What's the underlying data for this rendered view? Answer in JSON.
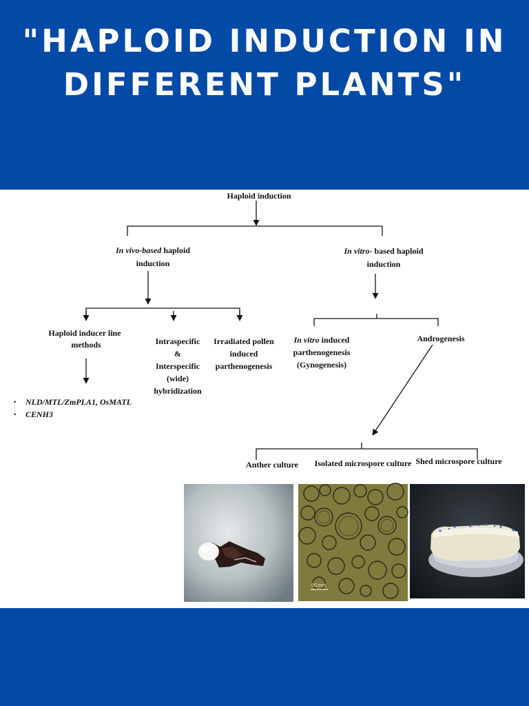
{
  "title": {
    "line1": "\"HAPLOID INDUCTION IN",
    "line2": "DIFFERENT PLANTS\""
  },
  "diagram": {
    "root": "Haploid induction",
    "in_vivo": {
      "italic": "In vivo-based",
      "rest": " haploid",
      "line2": "induction"
    },
    "in_vitro": {
      "italic": "In vitro",
      "rest": "- based haploid",
      "line2": "induction"
    },
    "haploid_inducer": {
      "line1": "Haploid inducer line",
      "line2": "methods"
    },
    "hybridization": {
      "line1": "Intraspecific",
      "line2": "&",
      "line3": "Interspecific",
      "line4": "(wide)",
      "line5": "hybridization"
    },
    "irradiated": {
      "line1": "Irradiated pollen",
      "line2": "induced",
      "line3": "parthenogenesis"
    },
    "gynogenesis": {
      "italic": "In vitro",
      "rest": " induced",
      "line2": "parthenogenesis",
      "line3": "(Gynogenesis)"
    },
    "androgenesis": "Androgenesis",
    "bullets": [
      "NLD/MTL/ZmPLA1, OsMATL",
      "CENH3"
    ],
    "anther_culture": "Anther culture",
    "isolated_culture": "Isolated microspore culture",
    "shed_culture": "Shed microspore culture"
  },
  "photos": {
    "scale_label": "50 mm"
  },
  "colors": {
    "brand_blue": "#034aa6"
  }
}
